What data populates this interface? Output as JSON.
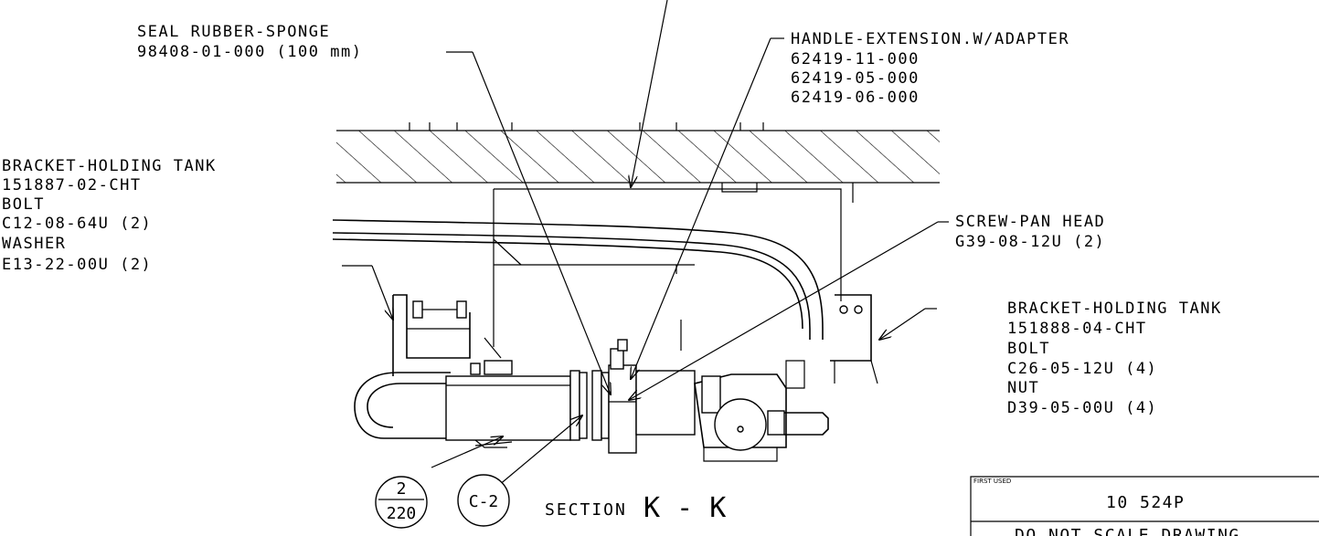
{
  "labels": {
    "seal": {
      "name": "SEAL RUBBER-SPONGE",
      "part": "98408-01-000 (100 mm)"
    },
    "handle": {
      "name": "HANDLE-EXTENSION.W/ADAPTER",
      "parts": [
        "62419-11-000",
        "62419-05-000",
        "62419-06-000"
      ]
    },
    "bracket_left": {
      "name": "BRACKET-HOLDING TANK",
      "part": "151887-02-CHT",
      "bolt_name": "BOLT",
      "bolt_part": "C12-08-64U (2)",
      "washer_name": "WASHER",
      "washer_part": "E13-22-00U (2)"
    },
    "screw": {
      "name": "SCREW-PAN HEAD",
      "part": "G39-08-12U (2)"
    },
    "bracket_right": {
      "name": "BRACKET-HOLDING TANK",
      "part": "151888-04-CHT",
      "bolt_name": "BOLT",
      "bolt_part": "C26-05-12U (4)",
      "nut_name": "NUT",
      "nut_part": "D39-05-00U (4)"
    }
  },
  "callouts": {
    "detail_top": "2",
    "detail_bottom": "220",
    "ref": "C-2"
  },
  "section": {
    "prefix": "SECTION",
    "id": "K - K"
  },
  "title_block": {
    "first_used_label": "FIRST USED",
    "first_used_value": "10 524P",
    "note": "DO NOT SCALE DRAWING"
  }
}
